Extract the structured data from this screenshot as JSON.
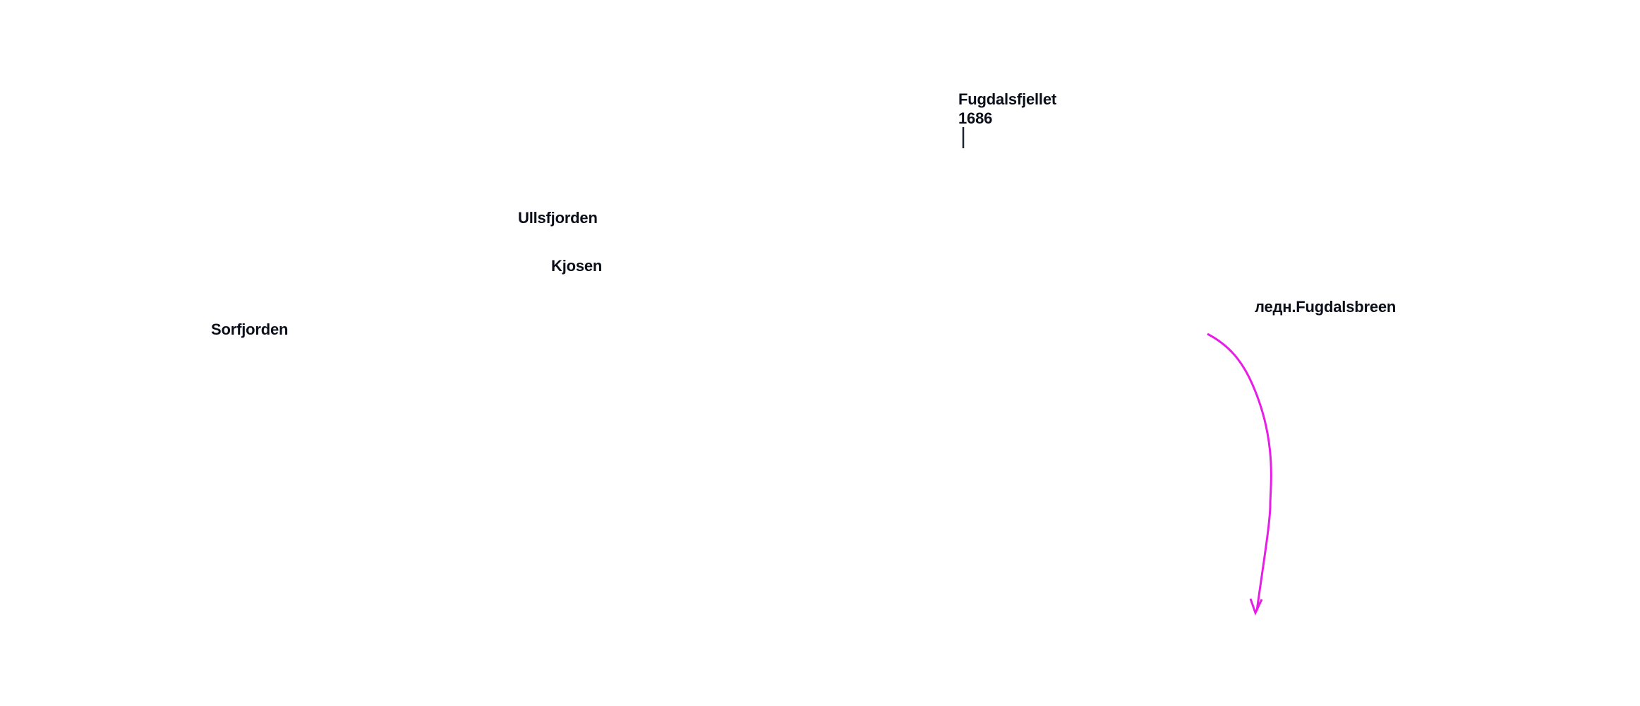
{
  "labels": {
    "peak_name": "Fugdalsfjellet",
    "peak_elevation": "1686",
    "fjord_ullsfjorden": "Ullsfjorden",
    "place_kjosen": "Kjosen",
    "fjord_sorfjorden": "Sorfjorden",
    "glacier_name": "ледн.Fugdalsbreen"
  },
  "colors": {
    "label_text": "#0a0f1a",
    "peak_marker": "#1a2233",
    "route_arrow": "#e61ee6",
    "background": "#ffffff"
  }
}
